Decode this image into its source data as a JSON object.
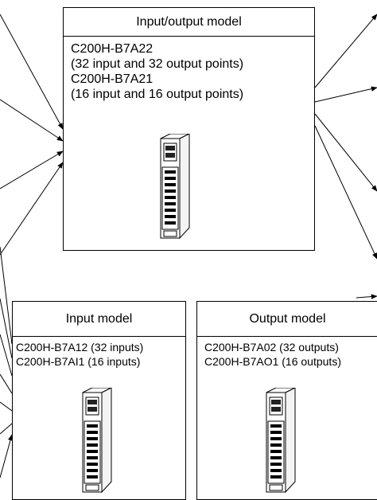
{
  "io_model": {
    "title": "Input/output model",
    "lines": [
      "C200H-B7A22",
      "(32 input and 32 output points)",
      "C200H-B7A21",
      "(16 input and 16 output points)"
    ]
  },
  "input_model": {
    "title": "Input model",
    "lines": [
      "C200H-B7A12 (32 inputs)",
      "C200H-B7AI1 (16 inputs)"
    ]
  },
  "output_model": {
    "title": "Output model",
    "lines": [
      "C200H-B7A02 (32 outputs)",
      "C200H-B7AO1 (16 outputs)"
    ]
  },
  "colors": {
    "line": "#000000",
    "background": "#ffffff"
  },
  "icons": [
    "terminal-block-unit-icon"
  ]
}
